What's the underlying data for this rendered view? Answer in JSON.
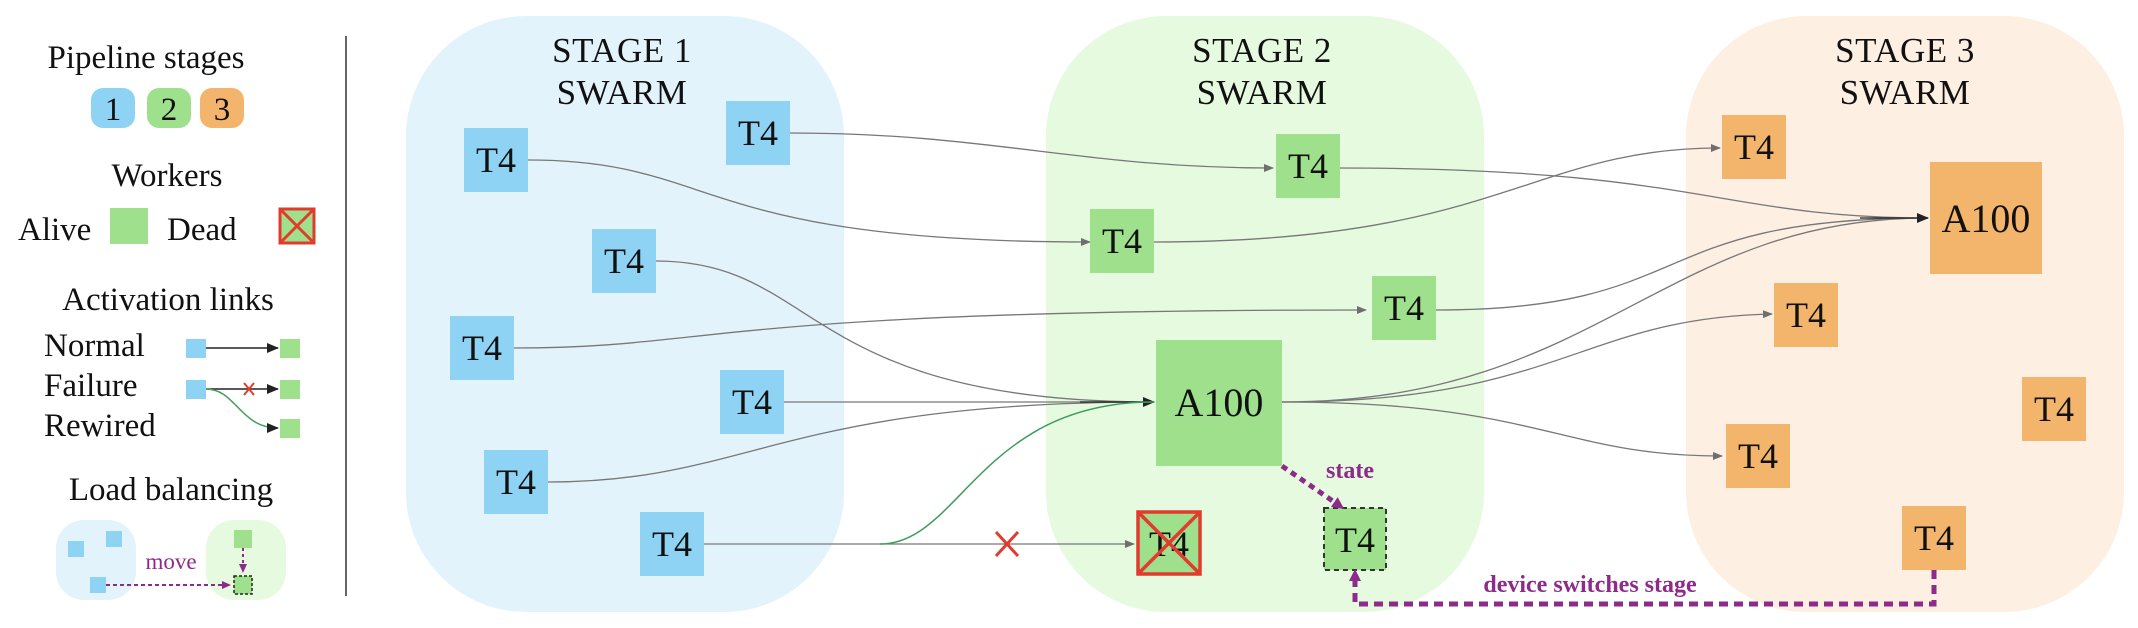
{
  "legend": {
    "stages_title": "Pipeline stages",
    "stage_badges": [
      "1",
      "2",
      "3"
    ],
    "workers_title": "Workers",
    "alive_label": "Alive",
    "dead_label": "Dead",
    "links_title": "Activation links",
    "normal_label": "Normal",
    "failure_label": "Failure",
    "rewired_label": "Rewired",
    "load_title": "Load balancing",
    "move_label": "move"
  },
  "stages": [
    {
      "title_line1": "STAGE 1",
      "title_line2": "SWARM",
      "color": "#e3f3fc",
      "node_color": "#8fd3f4"
    },
    {
      "title_line1": "STAGE 2",
      "title_line2": "SWARM",
      "color": "#e6fae0",
      "node_color": "#9ee08b"
    },
    {
      "title_line1": "STAGE 3",
      "title_line2": "SWARM",
      "color": "#fdefe2",
      "node_color": "#f3b46b"
    }
  ],
  "nodes": {
    "s1": [
      "T4",
      "T4",
      "T4",
      "T4",
      "T4",
      "T4",
      "T4"
    ],
    "s2": [
      "T4",
      "T4",
      "T4",
      "A100",
      "T4",
      "T4"
    ],
    "s3": [
      "T4",
      "A100",
      "T4",
      "T4",
      "T4",
      "T4"
    ]
  },
  "annotations": {
    "state": "state",
    "device_switch": "device switches stage"
  },
  "colors": {
    "failure_red": "#e23b2e",
    "purple": "#8e2a8a",
    "link_gray": "#777777",
    "rewired_green": "#3f9e5a"
  }
}
